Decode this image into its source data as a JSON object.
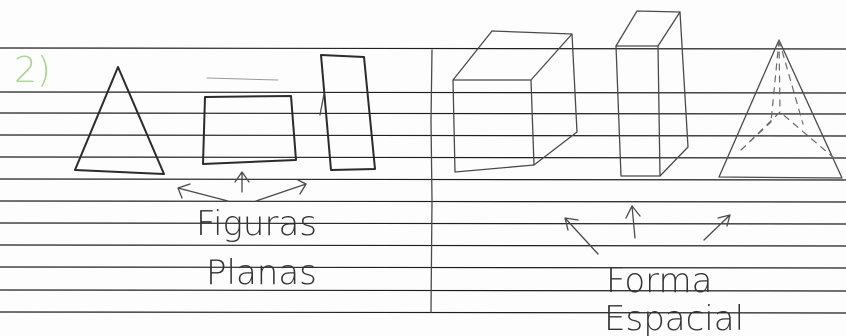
{
  "exercise_number": "2)",
  "left_caption": {
    "line1": "Figuras",
    "line2": "Planas"
  },
  "right_caption": {
    "line1": "Forma",
    "line2": "Espacial"
  },
  "colors": {
    "number_ink": "#a9d68a",
    "ink": "#2b2b2b",
    "rule": "#1f1f1f"
  }
}
